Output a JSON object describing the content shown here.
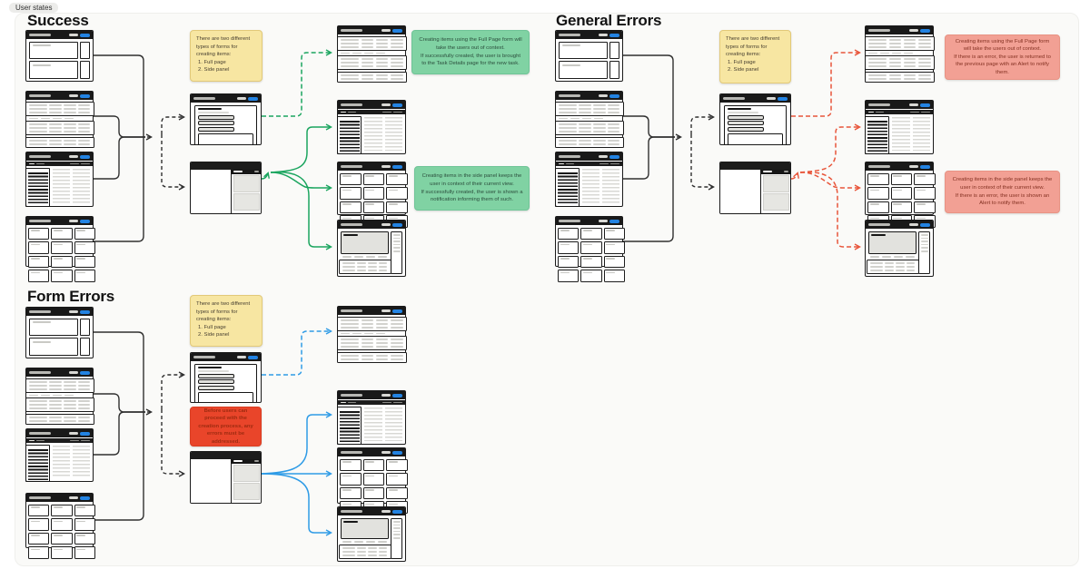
{
  "canvas_tag": "User states",
  "sections": {
    "success": {
      "title": "Success"
    },
    "general_errors": {
      "title": "General Errors"
    },
    "form_errors": {
      "title": "Form Errors"
    }
  },
  "notes": {
    "forms_intro": "There are two different types of forms for creating items:",
    "forms_item_1": "1. Full page",
    "forms_item_2": "2. Side panel",
    "success_full_page": "Creating items using the Full Page form will take the users out of context.\nIf successfully created, the user is brought to the Task Details page for the new task.",
    "success_side_panel": "Creating items in the side panel keeps the user in context of their current view.\nIf successfully created, the user is shown a notification informing them of such.",
    "error_full_page": "Creating items using the Full Page form will take the users out of context.\nIf there is an error, the user is returned to the previous page with an Alert to notify them.",
    "error_side_panel": "Creating items in the side panel keeps the user in context of their current view.\nIf there is an error, the user is shown an Alert to notify them.",
    "form_errors_blocker": "Before users can proceed with the creation process, any errors must be addressed."
  },
  "colors": {
    "note_yellow": "#F7E6A2",
    "note_green": "#80D2A3",
    "note_salmon": "#F2A094",
    "note_red": "#E9452A",
    "arrow_success": "#1BA55F",
    "arrow_error": "#E8553A",
    "arrow_form_error": "#2E9BE6",
    "arrow_neutral": "#2F2F2F",
    "accent_blue": "#2383E2"
  }
}
